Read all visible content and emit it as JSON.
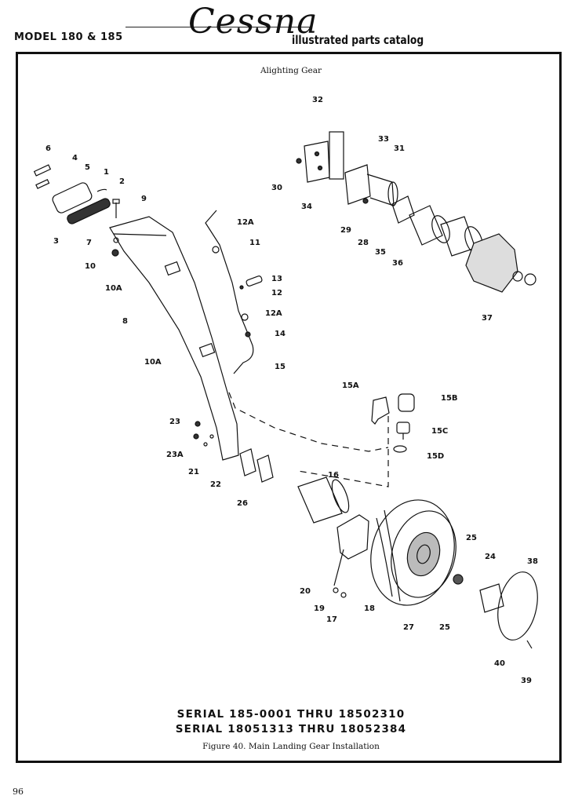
{
  "header": {
    "model": "MODEL 180 & 185",
    "brand": "Cessna",
    "catalog": "illustrated parts catalog"
  },
  "figure": {
    "title": "Alighting Gear",
    "serial_line_1": "SERIAL 185-0001 THRU 18502310",
    "serial_line_2": "SERIAL 18051313 THRU 18052384",
    "caption": "Figure 40. Main Landing Gear Installation"
  },
  "callouts": [
    "6",
    "4",
    "5",
    "1",
    "2",
    "9",
    "3",
    "7",
    "10",
    "10A",
    "8",
    "10A",
    "12A",
    "11",
    "13",
    "12",
    "12A",
    "14",
    "15",
    "32",
    "33",
    "31",
    "30",
    "34",
    "29",
    "28",
    "35",
    "36",
    "37",
    "15A",
    "15B",
    "15C",
    "15D",
    "23",
    "23A",
    "21",
    "22",
    "26",
    "16",
    "25",
    "24",
    "38",
    "20",
    "19",
    "18",
    "17",
    "27",
    "25",
    "40",
    "39"
  ],
  "footer": {
    "page_number": "96"
  }
}
